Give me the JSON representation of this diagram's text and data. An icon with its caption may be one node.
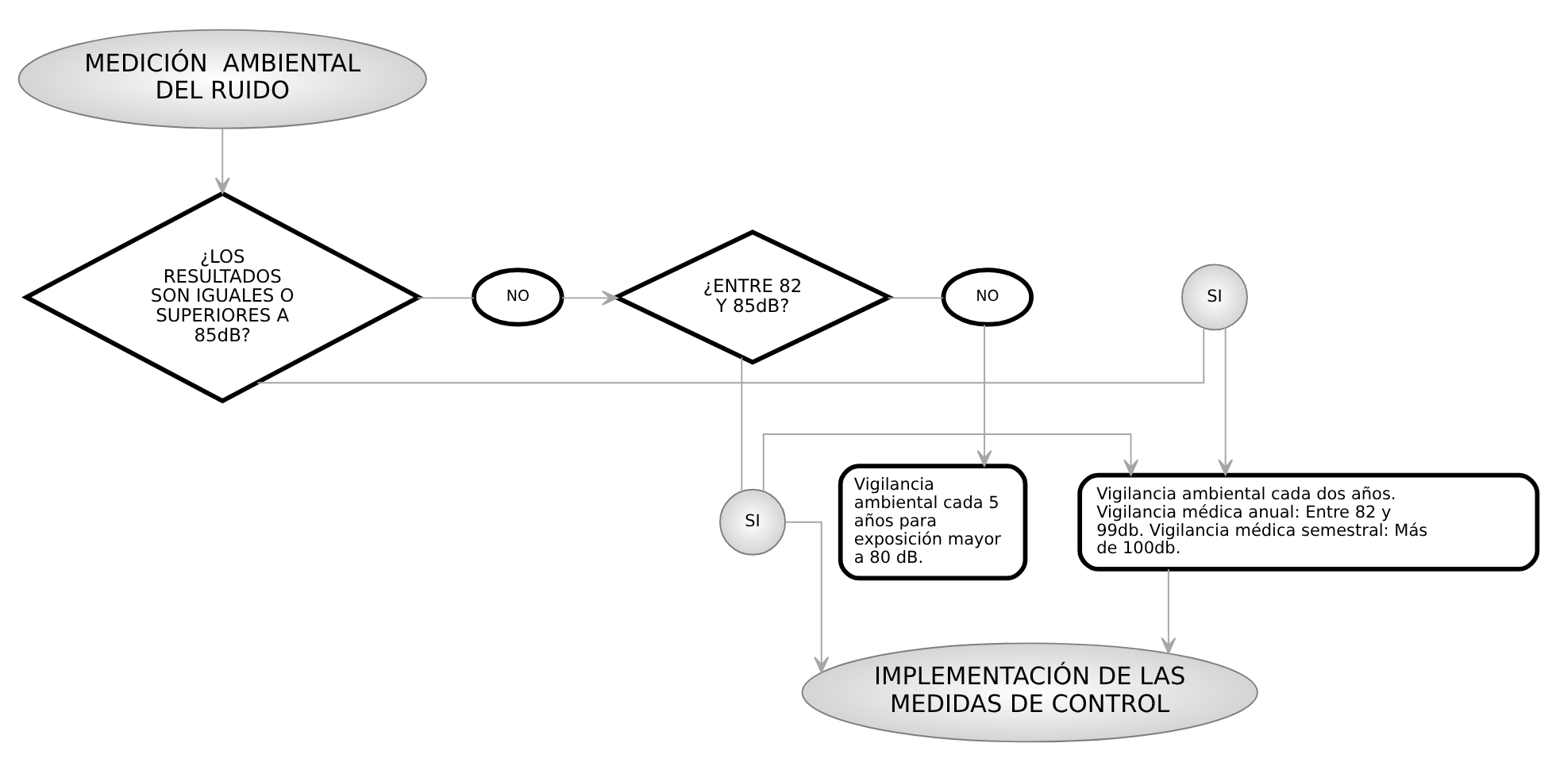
{
  "diagram": {
    "nodes": [
      {
        "text": [
          "MEDICIÓN  AMBIENTAL DEL RUIDO"
        ]
      },
      {
        "text": [
          "¿LOS RESULTADOS SON IGUALES O SUPERIORES A 85dB?"
        ]
      },
      {
        "text": [
          "SI"
        ]
      },
      {
        "text": [
          "NO"
        ]
      },
      {
        "text": [
          "¿ENTRE 82 Y 85dB?"
        ]
      },
      {
        "text": [
          "NO"
        ]
      },
      {
        "text": [
          "SI"
        ]
      },
      {
        "text": [
          "Vigilancia ambiental cada dos años. Vigilancia médica anual: Entre 82 y 99db. Vigilancia médica semestral: Más de 100db."
        ]
      },
      {
        "text": [
          "Vigilancia ambiental cada 5 años para exposición mayor a 80 dB."
        ]
      },
      {
        "text": [
          "IMPLEMENTACIÓN DE LAS MEDIDAS DE CONTROL"
        ]
      }
    ],
    "edges": [
      {
        "from": 0,
        "to": 1,
        "arrow": "to"
      },
      {
        "from": 1,
        "to": 2,
        "arrow": "none"
      },
      {
        "from": 2,
        "to": 7,
        "arrow": "to"
      },
      {
        "from": 1,
        "to": 3,
        "arrow": "none"
      },
      {
        "from": 3,
        "to": 4,
        "arrow": "to"
      },
      {
        "from": 4,
        "to": 5,
        "arrow": "none"
      },
      {
        "from": 5,
        "to": 8,
        "arrow": "to"
      },
      {
        "from": 4,
        "to": 6,
        "arrow": "none"
      },
      {
        "from": 6,
        "to": 7,
        "arrow": "to"
      },
      {
        "from": 6,
        "to": 9,
        "arrow": "to"
      },
      {
        "from": 7,
        "to": 9,
        "arrow": "to"
      }
    ]
  }
}
